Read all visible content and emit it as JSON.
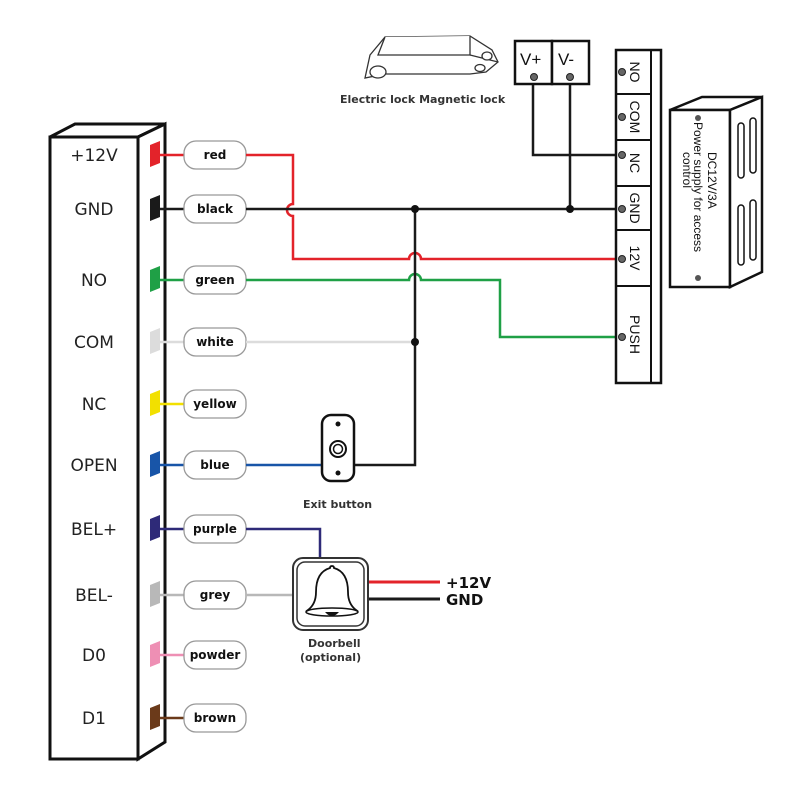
{
  "controller": {
    "terminals": [
      {
        "label": "+12V",
        "wire": "red",
        "color": "#e3232a"
      },
      {
        "label": "GND",
        "wire": "black",
        "color": "#1a1a1a"
      },
      {
        "label": "NO",
        "wire": "green",
        "color": "#1fa046"
      },
      {
        "label": "COM",
        "wire": "white",
        "color": "#dcdcdc"
      },
      {
        "label": "NC",
        "wire": "yellow",
        "color": "#f2e000"
      },
      {
        "label": "OPEN",
        "wire": "blue",
        "color": "#1855a8"
      },
      {
        "label": "BEL+",
        "wire": "purple",
        "color": "#2e2a78"
      },
      {
        "label": "BEL-",
        "wire": "grey",
        "color": "#b8b8b8"
      },
      {
        "label": "D0",
        "wire": "powder",
        "color": "#ee8fb4"
      },
      {
        "label": "D1",
        "wire": "brown",
        "color": "#6b3a1a"
      }
    ]
  },
  "lock": {
    "caption": "Electric lock Magnetic lock",
    "terminals": [
      "V+",
      "V-"
    ]
  },
  "power_supply": {
    "terminals": [
      "NO",
      "COM",
      "NC",
      "GND",
      "12V",
      "PUSH"
    ],
    "title": "DC12V/3A",
    "subtitle_line1": "Power supply for access",
    "subtitle_line2": "control"
  },
  "exit_button": {
    "caption": "Exit button"
  },
  "doorbell": {
    "caption_line1": "Doorbell",
    "caption_line2": "(optional)",
    "power_plus": "+12V",
    "power_gnd": "GND"
  }
}
